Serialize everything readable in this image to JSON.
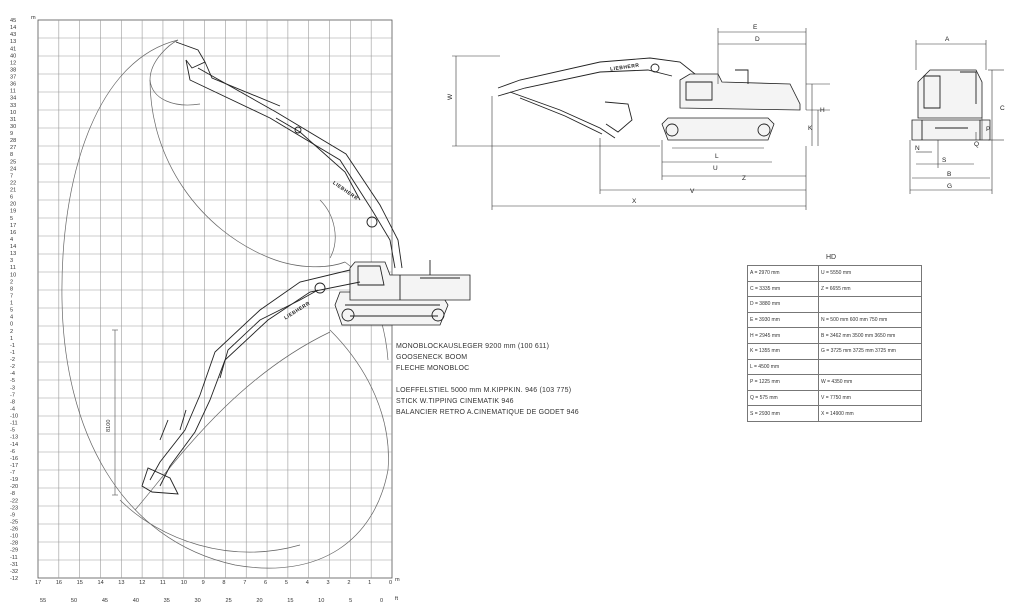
{
  "grid": {
    "y_labels": [
      "45",
      "14",
      "43",
      "13",
      "41",
      "40",
      "12",
      "38",
      "37",
      "36",
      "11",
      "34",
      "33",
      "10",
      "31",
      "30",
      "9",
      "28",
      "27",
      "8",
      "25",
      "24",
      "7",
      "22",
      "21",
      "6",
      "20",
      "19",
      "5",
      "17",
      "16",
      "4",
      "14",
      "13",
      "3",
      "11",
      "10",
      "2",
      "8",
      "7",
      "1",
      "5",
      "4",
      "0",
      "2",
      "1",
      "-1",
      "-1",
      "-2",
      "-2",
      "-4",
      "-5",
      "-3",
      "-7",
      "-8",
      "-4",
      "-10",
      "-11",
      "-5",
      "-13",
      "-14",
      "-6",
      "-16",
      "-17",
      "-7",
      "-19",
      "-20",
      "-8",
      "-22",
      "-23",
      "-9",
      "-25",
      "-26",
      "-10",
      "-28",
      "-29",
      "-11",
      "-31",
      "-32",
      "-12"
    ],
    "x_labels_m": [
      "17",
      "16",
      "15",
      "14",
      "13",
      "12",
      "11",
      "10",
      "9",
      "8",
      "7",
      "6",
      "5",
      "4",
      "3",
      "2",
      "1",
      "0"
    ],
    "x_labels_ft": [
      "55",
      "50",
      "45",
      "40",
      "35",
      "30",
      "25",
      "20",
      "15",
      "10",
      "5",
      "0"
    ],
    "unit_m": "m",
    "unit_ft": "ft",
    "vertical_dim": "8100"
  },
  "machine": {
    "logo": "LIEBHERR"
  },
  "notes": {
    "boom": [
      "MONOBLOCKAUSLEGER 9200 mm (100 611)",
      "GOOSENECK BOOM",
      "FLECHE MONOBLOC"
    ],
    "stick": [
      "LOEFFELSTIEL 5000 mm M.KIPPKIN. 946 (103 775)",
      "STICK W.TIPPING CINEMATIK 946",
      "BALANCIER RETRO A.CINEMATIQUE DE GODET 946"
    ]
  },
  "side_view_dims": {
    "E": "E",
    "D": "D",
    "W": "W",
    "H": "H",
    "K": "K",
    "L": "L",
    "U": "U",
    "Z": "Z",
    "V": "V",
    "X": "X"
  },
  "front_view_dims": {
    "A": "A",
    "C": "C",
    "P": "P",
    "Q": "Q",
    "N": "N",
    "S": "S",
    "B": "B",
    "G": "G"
  },
  "hd_table": {
    "title": "HD",
    "rows": [
      {
        "left": "A   =  2970 mm",
        "right": "U   =  5550 mm"
      },
      {
        "left": "C   =  3335 mm",
        "right": "Z   =  6655 mm"
      },
      {
        "left": "D   =  3880 mm",
        "right": ""
      },
      {
        "left": "E   =  3930 mm",
        "right": "N   =   500 mm     600 mm      750 mm"
      },
      {
        "left": "H   =  2945 mm",
        "right": "B   =  3462 mm   3500 mm    3650 mm"
      },
      {
        "left": "K   =  1355 mm",
        "right": "G   =  3725 mm   3725 mm    3725 mm"
      },
      {
        "left": "L   =  4500 mm",
        "right": ""
      },
      {
        "left": "P   =  1225 mm",
        "right": "W  =   4350 mm"
      },
      {
        "left": "Q   =    575 mm",
        "right": "V   =   7750 mm"
      },
      {
        "left": "S   =  2930 mm",
        "right": "X   =  14900 mm"
      }
    ]
  }
}
